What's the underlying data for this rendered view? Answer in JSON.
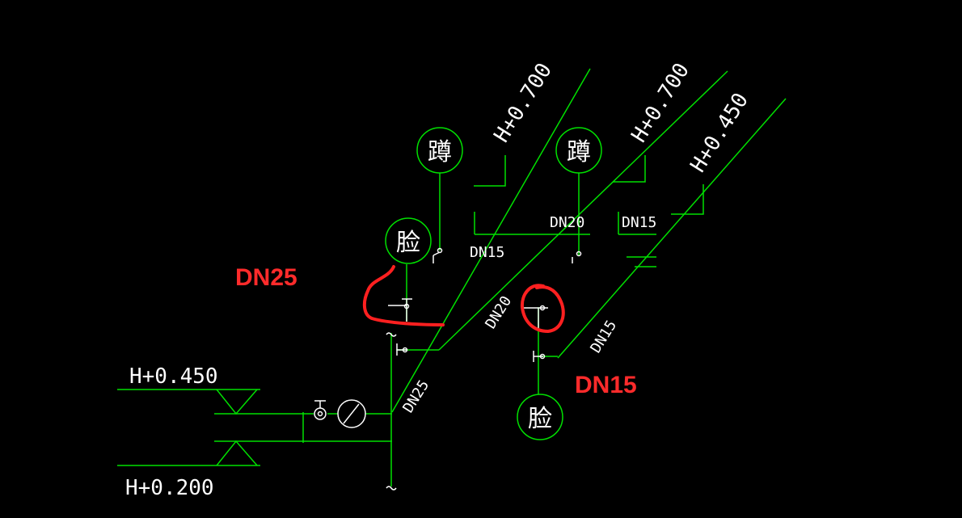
{
  "fixtures": {
    "squat_1": "蹲",
    "squat_2": "蹲",
    "basin_upper": "脸",
    "basin_lower": "脸"
  },
  "elevations": {
    "left_upper": "H+0.450",
    "left_lower": "H+0.200",
    "branch_1": "H+0.700",
    "branch_2": "H+0.700",
    "branch_3": "H+0.450"
  },
  "pipe_sizes": {
    "main_riser": "DN25",
    "mid_diagonal": "DN20",
    "right_diagonal": "DN15",
    "branch_a": "DN15",
    "branch_b": "DN20",
    "branch_c": "DN15"
  },
  "annotations": {
    "red_left": "DN25",
    "red_right": "DN15"
  },
  "colors": {
    "background": "#000000",
    "pipe": "#00e000",
    "fixture": "#00e000",
    "text": "#ffffff",
    "markup": "#ff2b2b"
  }
}
